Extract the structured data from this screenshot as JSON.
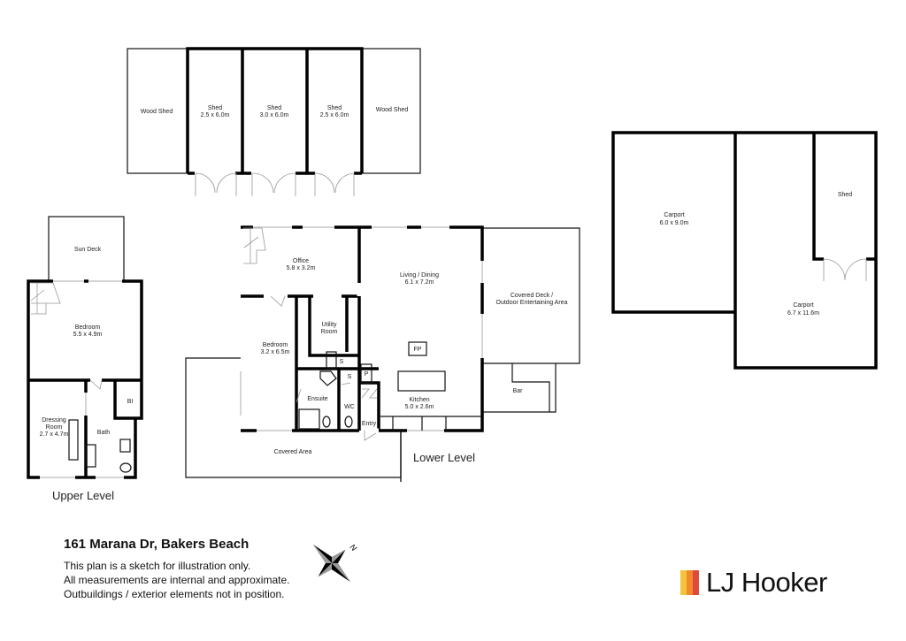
{
  "outbuildings": {
    "sheds": [
      {
        "name": "Wood Shed",
        "size": ""
      },
      {
        "name": "Shed",
        "size": "2.5 x 6.0m"
      },
      {
        "name": "Shed",
        "size": "3.0 x 6.0m"
      },
      {
        "name": "Shed",
        "size": "2.5 x 6.0m"
      },
      {
        "name": "Wood Shed",
        "size": ""
      }
    ],
    "carports": [
      {
        "name": "Carport",
        "size": "6.0 x 9.0m"
      },
      {
        "name": "Carport",
        "size": "6.7 x 11.6m"
      }
    ],
    "carport_shed": "Shed"
  },
  "upper_level": {
    "title": "Upper Level",
    "rooms": {
      "sun_deck": "Sun Deck",
      "bedroom": {
        "name": "Bedroom",
        "size": "5.5 x 4.9m"
      },
      "dressing": {
        "name1": "Dressing",
        "name2": "Room",
        "size": "2.7 x 4.7m"
      },
      "bath": "Bath",
      "bi": "BI"
    }
  },
  "lower_level": {
    "title": "Lower Level",
    "rooms": {
      "office": {
        "name": "Office",
        "size": "5.8 x 3.2m"
      },
      "living": {
        "name": "Living / Dining",
        "size": "6.1 x 7.2m"
      },
      "covered_deck": {
        "line1": "Covered Deck /",
        "line2": "Outdoor Entertaining Area"
      },
      "bedroom": {
        "name": "Bedroom",
        "size": "3.2 x 6.5m"
      },
      "utility": {
        "line1": "Utility",
        "line2": "Room"
      },
      "s1": "S",
      "s2": "S",
      "p": "P",
      "fp": "FP",
      "ensuite": "Ensuite",
      "wc": "WC",
      "entry": "Entry",
      "kitchen": {
        "name": "Kitchen",
        "size": "5.0 x 2.6m"
      },
      "bar": "Bar",
      "covered_area": "Covered Area"
    }
  },
  "footer": {
    "address": "161 Marana Dr, Bakers Beach",
    "disclaimer": [
      "This plan is a sketch for illustration only.",
      "All measurements are internal and approximate.",
      "Outbuildings / exterior elements not in position."
    ],
    "compass_label": "N",
    "brand": "LJ Hooker",
    "brand_colors": [
      "#f5c33b",
      "#f08a2c",
      "#e04a3c"
    ]
  }
}
